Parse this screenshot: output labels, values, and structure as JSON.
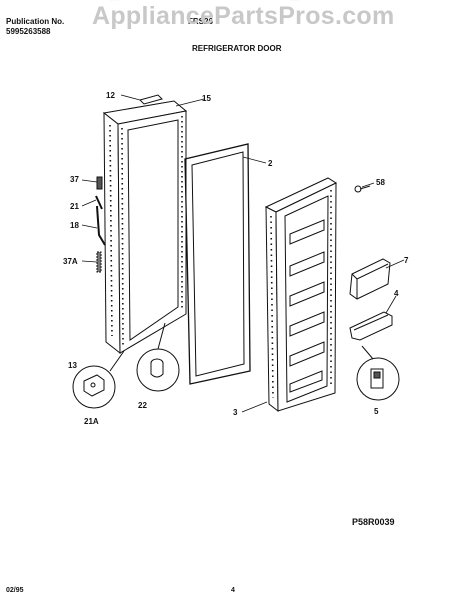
{
  "header": {
    "publication_label": "Publication No.",
    "publication_number": "5995263588",
    "model": "FRS26",
    "top_faded_left": "----",
    "top_faded_right": "----"
  },
  "watermark": "AppliancePartsPros.com",
  "title": "REFRIGERATOR DOOR",
  "diagram_code": "P58R0039",
  "footer": {
    "date": "02/95",
    "page": "4"
  },
  "parts": {
    "p12": "12",
    "p15": "15",
    "p37": "37",
    "p21": "21",
    "p18": "18",
    "p37a": "37A",
    "p13": "13",
    "p21a": "21A",
    "p22": "22",
    "p2": "2",
    "p58": "58",
    "p7": "7",
    "p4": "4",
    "p5": "5",
    "p3": "3"
  }
}
